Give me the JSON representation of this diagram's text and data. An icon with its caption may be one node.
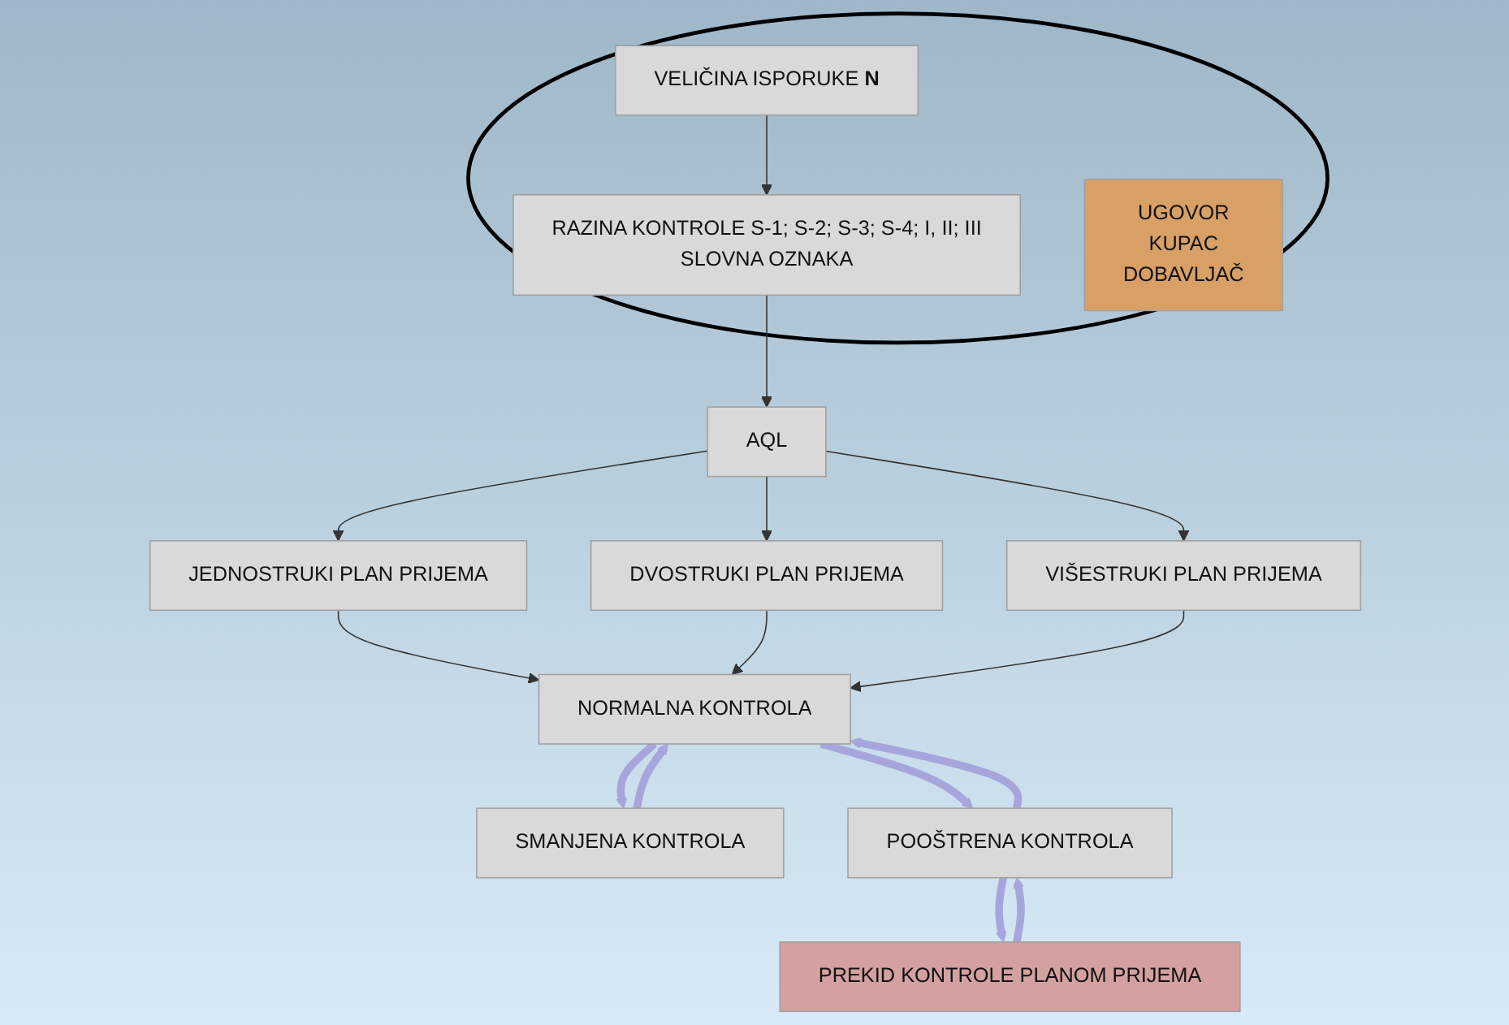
{
  "diagram": {
    "nodes": [
      {
        "text": [],
        "shape": "ellipse"
      },
      {
        "text": [
          "VELIČINA ISPORUKE **N**"
        ],
        "in": 0
      },
      {
        "text": [
          "RAZINA KONTROLE S-1; S-2; S-3; S-4; I, II; III",
          "SLOVNA OZNAKA"
        ],
        "in": 0
      },
      {
        "text": [
          "UGOVOR",
          "KUPAC",
          "DOBAVLJAČ"
        ],
        "in": 0
      },
      {
        "text": [
          "AQL"
        ]
      },
      {
        "text": [
          "JEDNOSTRUKI PLAN PRIJEMA"
        ]
      },
      {
        "text": [
          "DVOSTRUKI PLAN PRIJEMA"
        ]
      },
      {
        "text": [
          "VIŠESTRUKI PLAN PRIJEMA"
        ]
      },
      {
        "text": [
          "PREKID KONTROLE PLANOM PRIJEMA"
        ]
      },
      {
        "text": [
          "SMANJENA KONTROLA"
        ]
      },
      {
        "text": [
          "NORMALNA KONTROLA"
        ]
      },
      {
        "text": [
          "POOŠTRENA KONTROLA"
        ]
      }
    ],
    "edges": [
      {
        "from": 1,
        "to": 2,
        "arrow": "to"
      },
      {
        "from": 2,
        "to": 4,
        "arrow": "to"
      },
      {
        "from": 4,
        "to": 5,
        "arrow": "to"
      },
      {
        "from": 4,
        "to": 6,
        "arrow": "to"
      },
      {
        "from": 4,
        "to": 7,
        "arrow": "to"
      },
      {
        "from": 5,
        "to": 10,
        "arrow": "to"
      },
      {
        "from": 6,
        "to": 10,
        "arrow": "to"
      },
      {
        "from": 7,
        "to": 10,
        "arrow": "to"
      },
      {
        "from": 10,
        "to": 9,
        "arrow": "to",
        "style": "thick",
        "color": "#a6a6dc"
      },
      {
        "from": 9,
        "to": 10,
        "arrow": "to",
        "style": "thick",
        "color": "#a6a6dc"
      },
      {
        "from": 10,
        "to": 11,
        "arrow": "to",
        "style": "thick",
        "color": "#a6a6dc"
      },
      {
        "from": 11,
        "to": 10,
        "arrow": "to",
        "style": "thick",
        "color": "#a6a6dc"
      },
      {
        "from": 11,
        "to": 8,
        "arrow": "to",
        "style": "thick",
        "color": "#a6a6dc"
      },
      {
        "from": 8,
        "to": 11,
        "arrow": "to",
        "style": "thick",
        "color": "#a6a6dc"
      }
    ]
  }
}
